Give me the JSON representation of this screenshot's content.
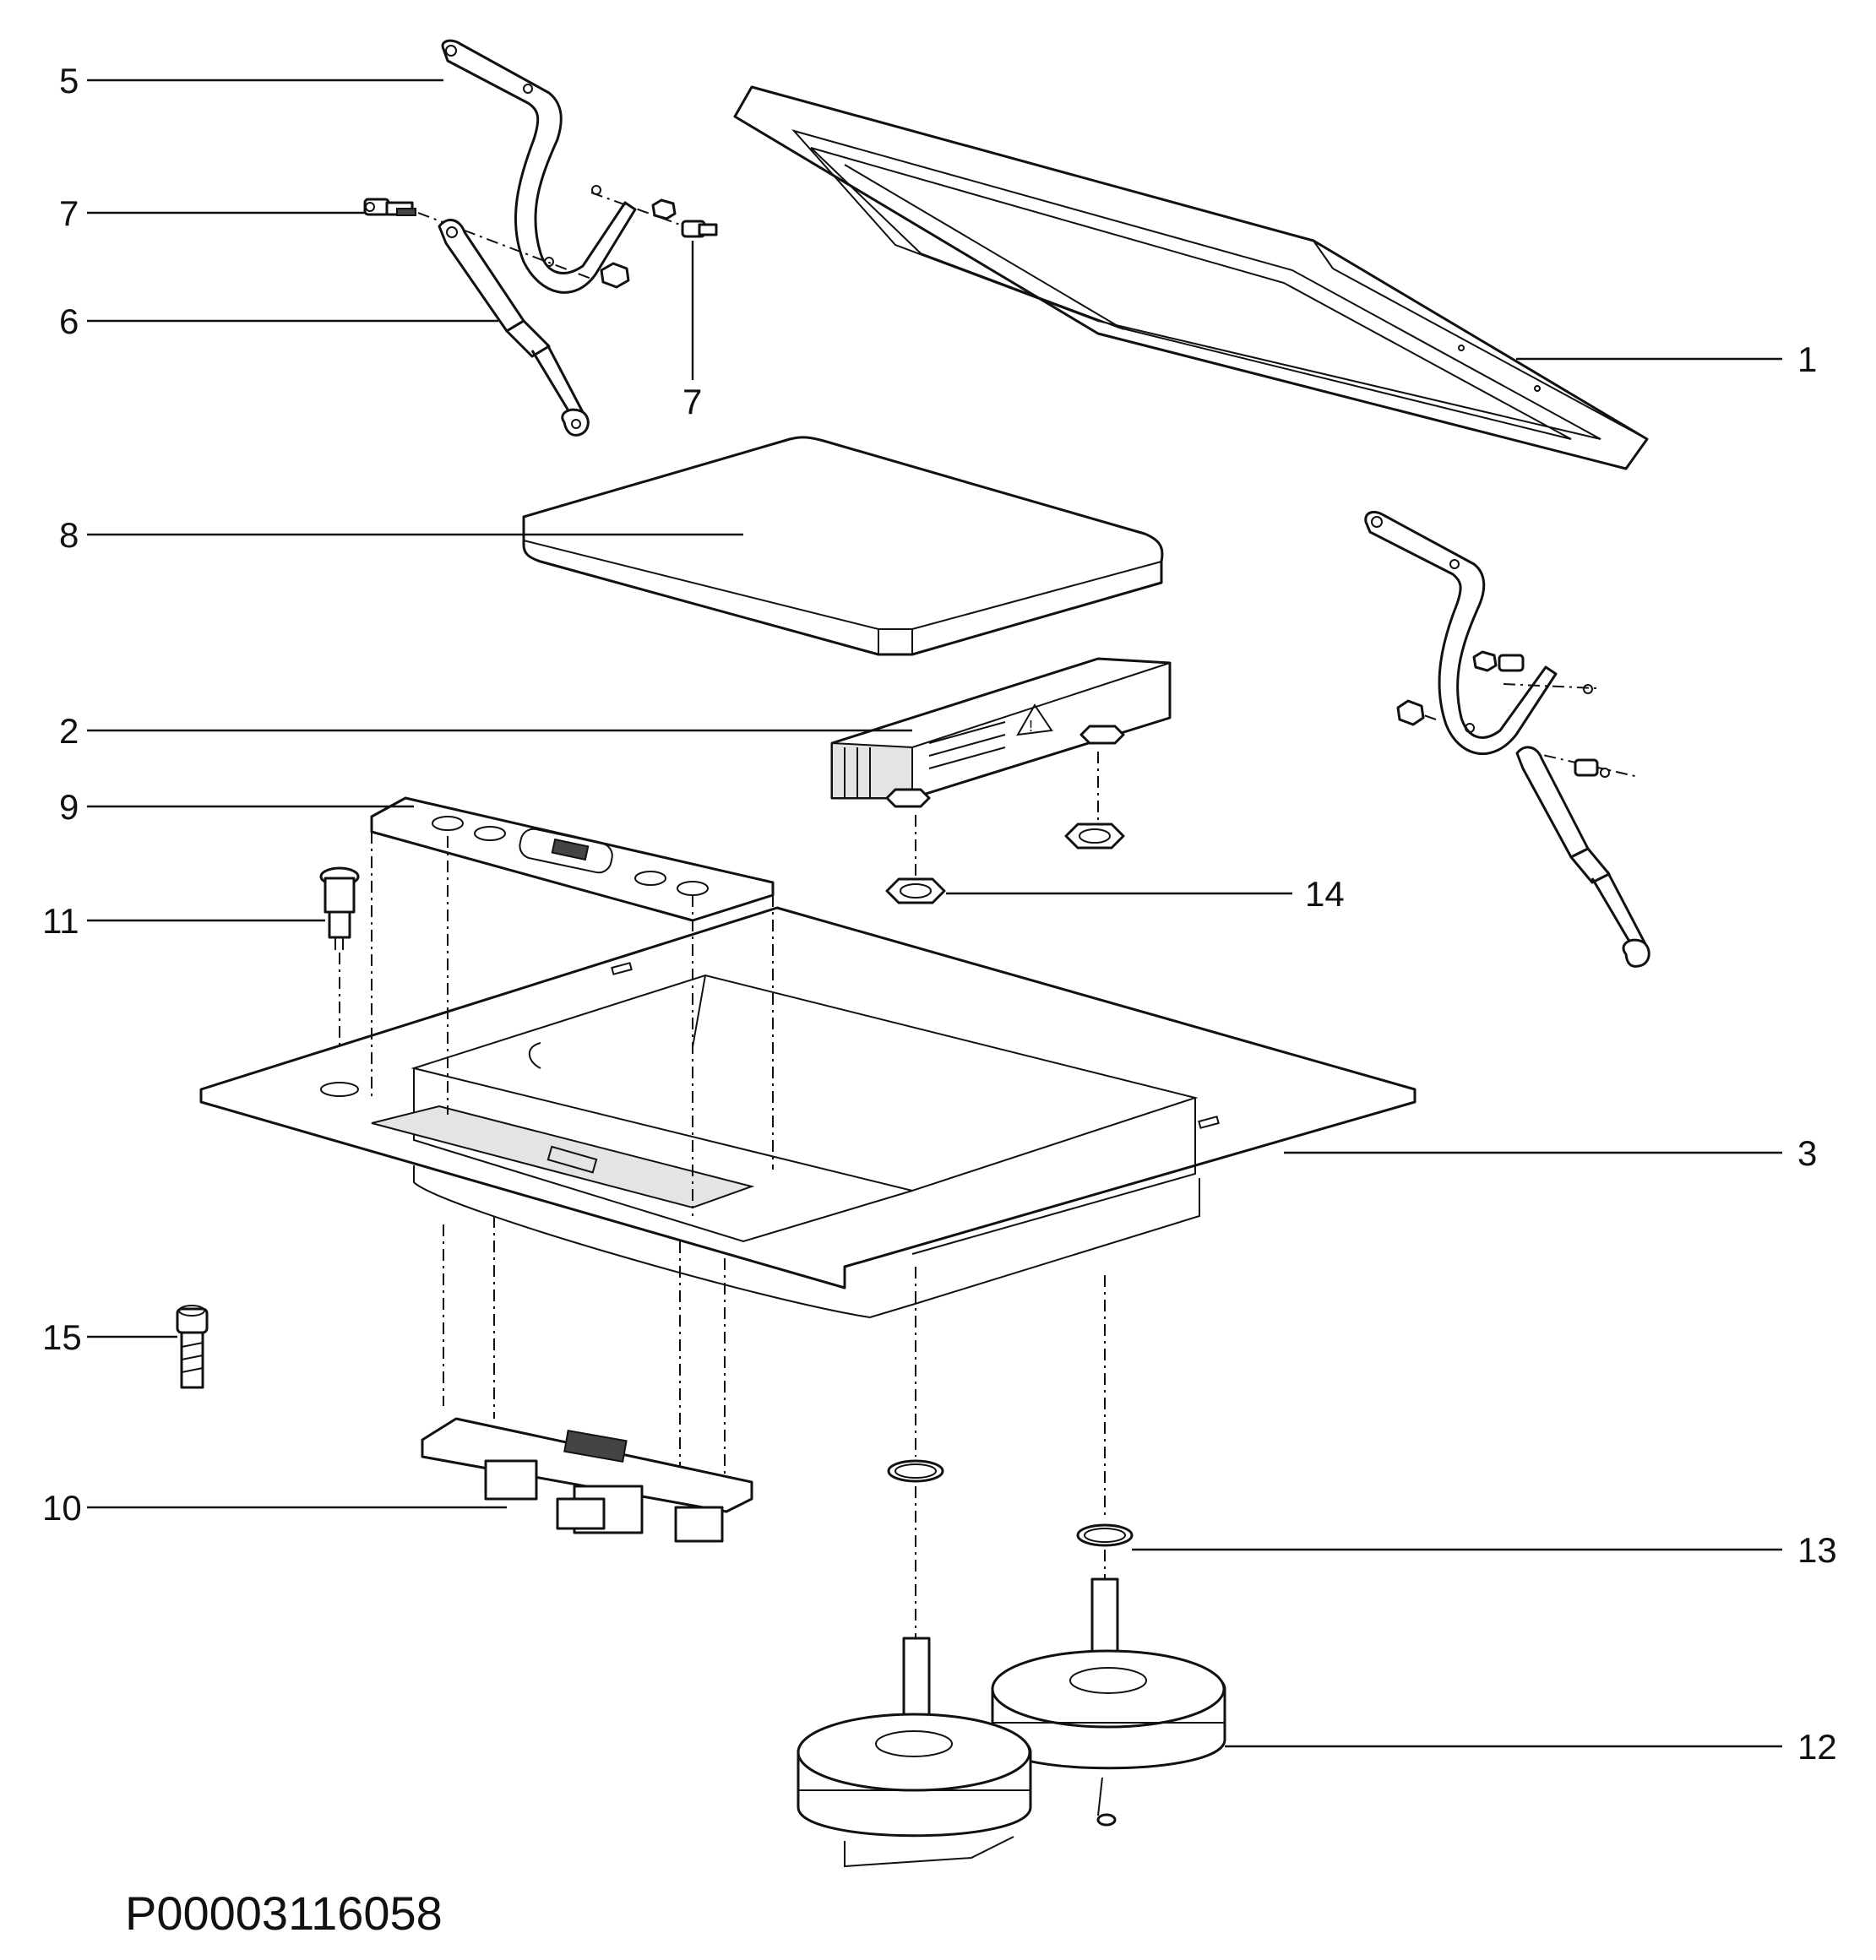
{
  "diagram": {
    "callouts": [
      "1",
      "2",
      "3",
      "5",
      "6",
      "7",
      "7",
      "8",
      "9",
      "10",
      "11",
      "12",
      "13",
      "14",
      "15"
    ],
    "drawing_number": "P00003116058",
    "line_color": "#111111",
    "background": "#ffffff"
  }
}
